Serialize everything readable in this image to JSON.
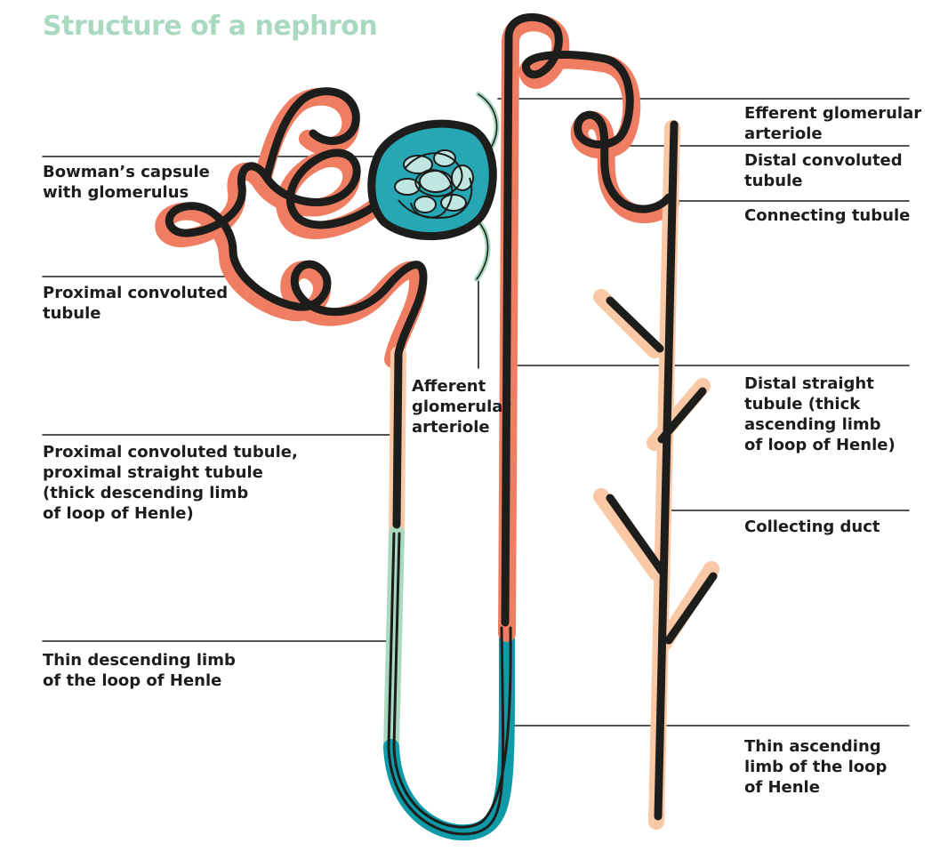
{
  "title": "Structure of a nephron",
  "colors": {
    "ink": "#1d1d1b",
    "tubule_orange": "#ef7d62",
    "peach": "#f9c8a4",
    "pale_green": "#a9d9bf",
    "teal": "#0e9aa7",
    "glomerulus_fill": "#27a6b4"
  },
  "labels": {
    "bowman": [
      "Bowman’s capsule",
      "with glomerulus"
    ],
    "pct": [
      "Proximal convoluted",
      "tubule"
    ],
    "pst": [
      "Proximal convoluted tubule,",
      "proximal straight tubule",
      "(thick descending limb",
      "of loop of Henle)"
    ],
    "thin_desc": [
      "Thin descending limb",
      "of the loop of Henle"
    ],
    "afferent": [
      "Afferent",
      "glomerular",
      "arteriole"
    ],
    "efferent": [
      "Efferent glomerular",
      "arteriole"
    ],
    "dct": [
      "Distal convoluted",
      "tubule"
    ],
    "connecting": [
      "Connecting tubule"
    ],
    "distal_straight": [
      "Distal straight",
      "tubule (thick",
      "ascending limb",
      "of loop of Henle)"
    ],
    "collecting": [
      "Collecting duct"
    ],
    "thin_asc": [
      "Thin ascending",
      "limb of the loop",
      "of Henle"
    ]
  }
}
